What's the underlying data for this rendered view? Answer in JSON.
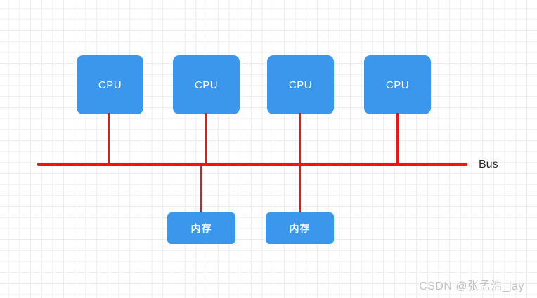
{
  "diagram": {
    "title_implicit": "shared bus multiprocessor diagram",
    "cpu_nodes": [
      {
        "label": "CPU"
      },
      {
        "label": "CPU"
      },
      {
        "label": "CPU"
      },
      {
        "label": "CPU"
      }
    ],
    "memory_nodes": [
      {
        "label": "内存"
      },
      {
        "label": "内存"
      }
    ],
    "bus_label": "Bus",
    "colors": {
      "node_fill": "#3b97ec",
      "node_text": "#ffffff",
      "bus_red": "#f51212",
      "bus_label_text": "#2d2d2d",
      "grid_line": "#ececec",
      "background": "#ffffff",
      "watermark_text": "#c3c3c3"
    }
  },
  "watermark": {
    "text": "CSDN @张孟浩_jay"
  }
}
